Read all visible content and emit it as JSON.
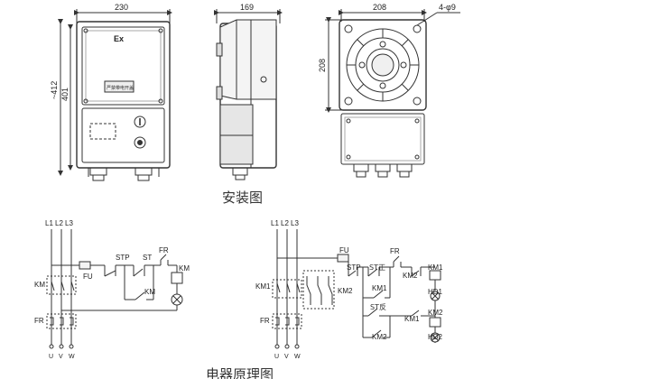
{
  "installation": {
    "front": {
      "width": "230",
      "height_outer": "~412",
      "height_inner": "401",
      "ex_mark": "Ex",
      "nameplate": "严禁带电开盖"
    },
    "side": {
      "width": "169"
    },
    "back": {
      "width": "208",
      "height": "208",
      "holes": "4-φ9"
    },
    "caption": "安装图"
  },
  "circuit": {
    "left": {
      "phases": [
        "L1",
        "L2",
        "L3"
      ],
      "labels": {
        "fu": "FU",
        "stp": "STP",
        "st": "ST",
        "fr_contact": "FR",
        "km_coil": "KM",
        "km_aux": "KM",
        "km_main": "KM",
        "fr_relay": "FR"
      },
      "terminals": [
        "U",
        "V",
        "W"
      ]
    },
    "right": {
      "phases": [
        "L1",
        "L2",
        "L3"
      ],
      "labels": {
        "fu": "FU",
        "stp": "STP",
        "st_fwd": "ST正",
        "fr_contact": "FR",
        "km2_interlock": "KM2",
        "km1_coil": "KM1",
        "km1_aux": "KM1",
        "hd1": "HD1",
        "st_rev": "ST反",
        "km1_interlock": "KM1",
        "km2_coil": "KM2",
        "km2_aux": "KM2",
        "hd2": "HD2",
        "km1_main": "KM1",
        "km2_main": "KM2",
        "fr_relay": "FR"
      },
      "terminals": [
        "U",
        "V",
        "W"
      ]
    },
    "caption": "电器原理图"
  }
}
